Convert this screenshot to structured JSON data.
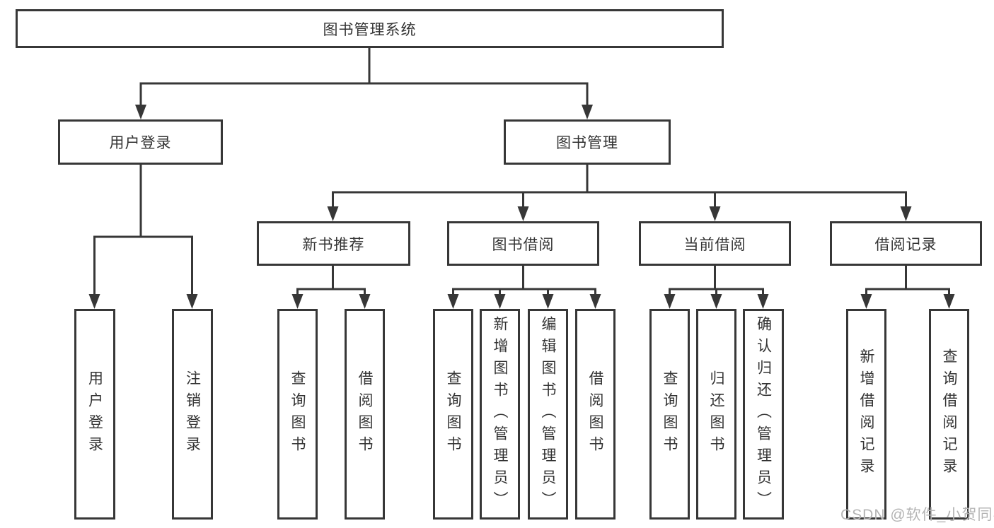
{
  "tree": {
    "label": "图书管理系统",
    "children": [
      {
        "label": "用户登录",
        "children": [
          {
            "label": "用户登录"
          },
          {
            "label": "注销登录"
          }
        ]
      },
      {
        "label": "图书管理",
        "children": [
          {
            "label": "新书推荐",
            "children": [
              {
                "label": "查询图书"
              },
              {
                "label": "借阅图书"
              }
            ]
          },
          {
            "label": "图书借阅",
            "children": [
              {
                "label": "查询图书"
              },
              {
                "label": "新增图书（管理员）"
              },
              {
                "label": "编辑图书（管理员）"
              },
              {
                "label": "借阅图书"
              }
            ]
          },
          {
            "label": "当前借阅",
            "children": [
              {
                "label": "查询图书"
              },
              {
                "label": "归还图书"
              },
              {
                "label": "确认归还（管理员）"
              }
            ]
          },
          {
            "label": "借阅记录",
            "children": [
              {
                "label": "新增借阅记录"
              },
              {
                "label": "查询借阅记录"
              }
            ]
          }
        ]
      }
    ]
  },
  "watermark": "CSDN @软件_小贺同学",
  "colors": {
    "line": "#373737",
    "box_border": "#373737",
    "text": "#333333",
    "watermark": "#b4b4b4",
    "background": "#ffffff"
  }
}
